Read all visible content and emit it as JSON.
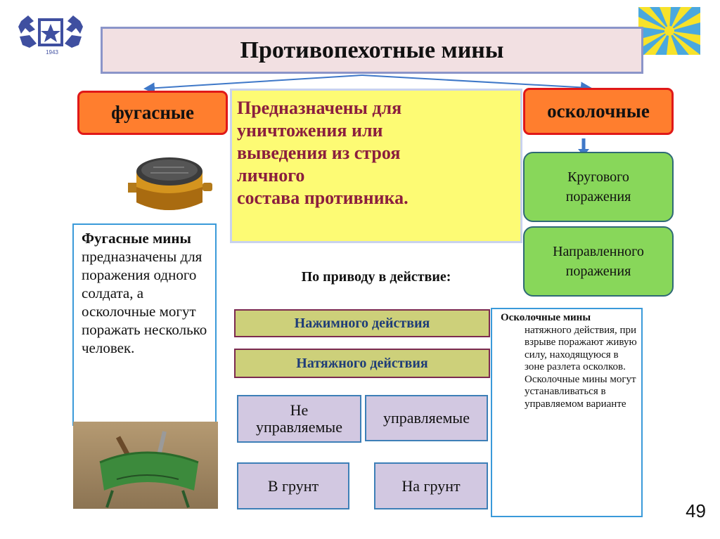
{
  "title": "Противопехотные  мины",
  "left_category": "фугасные",
  "right_category": "осколочные",
  "definition": "Предназначены  для\nуничтожения  или\nвыведения  из  строя\nличного\nсостава   противника.",
  "right_types": [
    "Кругового\nпоражения",
    "Направленного\nпоражения"
  ],
  "fugas_description": {
    "bold": "Фугасные мины",
    "rest": " предназначены для поражения одного солдата, а осколочные могут поражать несколько человек."
  },
  "activation_label": "По приводу в действие:",
  "activation_types": [
    "Нажимного действия",
    "Натяжного действия"
  ],
  "control_types": [
    "Не\nуправляемые",
    "управляемые"
  ],
  "placement_types": [
    "В грунт",
    "На грунт"
  ],
  "oskol_description": {
    "bold": "Осколочные мины",
    "rest": " натяжного действия, при взрыве поражают живую силу, находящуюся в зоне разлета осколков. Осколочные мины могут устанавливаться в управляемом варианте"
  },
  "logo_year": "1943",
  "page_number": "49",
  "colors": {
    "category_fill": "#ff7e2e",
    "category_border": "#e01818",
    "definition_fill": "#fdfb74",
    "definition_text": "#8b1e3e",
    "type_green": "#88d75a",
    "activation_fill": "#cdd07a",
    "activation_text": "#1f3d78",
    "option_fill": "#d2c8e1",
    "frame_blue": "#3a9ad9"
  }
}
